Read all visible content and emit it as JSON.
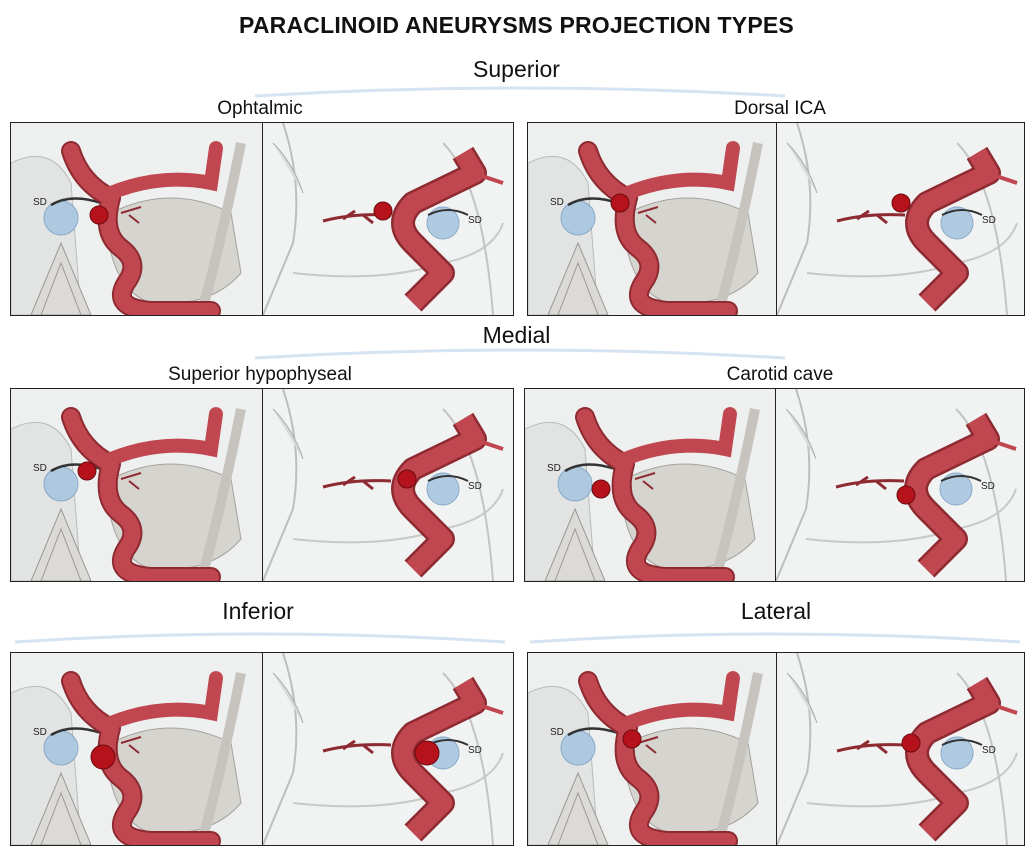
{
  "title": "PARACLINOID ANEURYSMS PROJECTION TYPES",
  "groups": {
    "superior": "Superior",
    "medial": "Medial",
    "inferior": "Inferior",
    "lateral": "Lateral"
  },
  "panels": {
    "ophtalmic": "Ophtalmic",
    "dorsal_ica": "Dorsal ICA",
    "superior_hypophyseal": "Superior hypophyseal",
    "carotid_cave": "Carotid cave"
  },
  "sd_label": "SD",
  "colors": {
    "artery": "#c0474f",
    "artery_dark": "#8e2a31",
    "aneurysm": "#b5121b",
    "bone": "#d4d1cc",
    "sinus": "#a9c6e0",
    "background": "#eef0f0"
  }
}
